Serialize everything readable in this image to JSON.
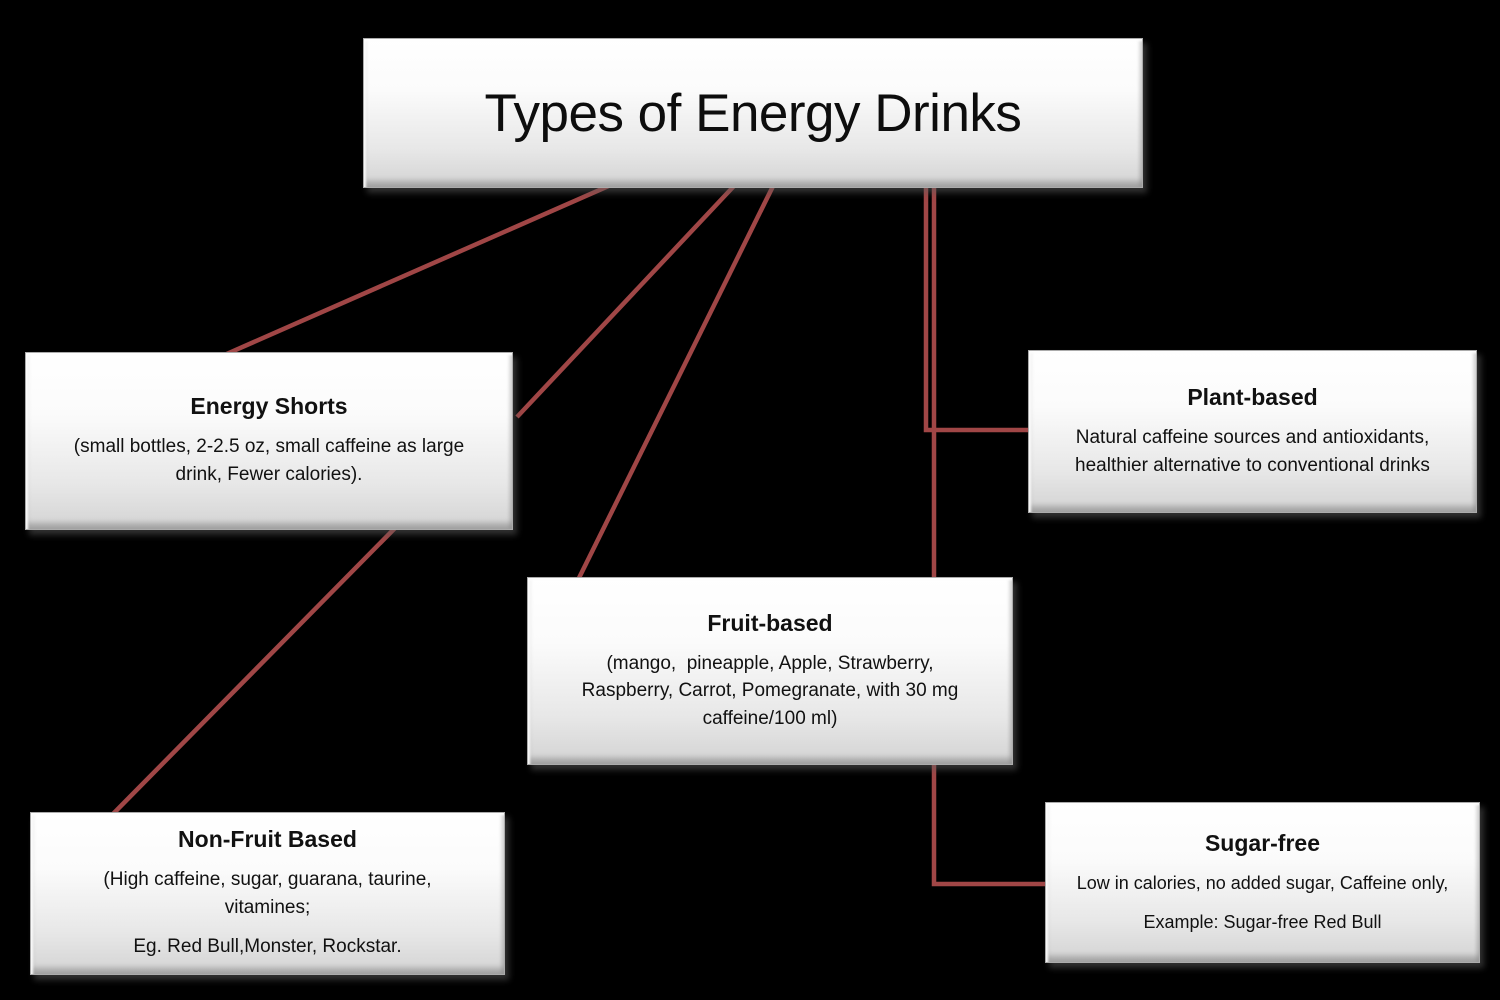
{
  "colors": {
    "background": "#000000",
    "connector": "#A04646",
    "box_border": "#ABABAB",
    "text": "#111111"
  },
  "diagram": {
    "title": "Types of Energy Drinks",
    "nodes": [
      {
        "id": "energy-shorts",
        "heading": "Energy Shorts",
        "lines": [
          "(small bottles, 2-2.5 oz, small caffeine as large",
          "drink, Fewer calories)."
        ]
      },
      {
        "id": "plant-based",
        "heading": "Plant-based",
        "lines": [
          "Natural caffeine sources and antioxidants,",
          "healthier alternative to conventional drinks"
        ]
      },
      {
        "id": "fruit-based",
        "heading": "Fruit-based",
        "lines": [
          "(mango,  pineapple, Apple, Strawberry,",
          "Raspberry, Carrot, Pomegranate, with 30 mg",
          "caffeine/100 ml)"
        ]
      },
      {
        "id": "non-fruit-based",
        "heading": "Non-Fruit Based",
        "lines": [
          "(High caffeine, sugar, guarana, taurine,",
          "vitamines;"
        ],
        "extra": "Eg. Red Bull,Monster, Rockstar."
      },
      {
        "id": "sugar-free",
        "heading": "Sugar-free",
        "lines": [
          "Low in calories, no added sugar, Caffeine only,"
        ],
        "extra": "Example: Sugar-free Red Bull"
      }
    ]
  }
}
